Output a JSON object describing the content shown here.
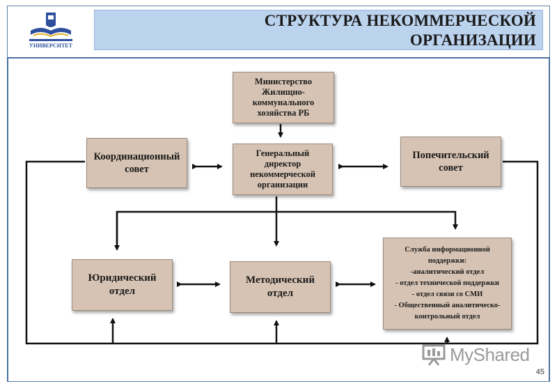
{
  "header": {
    "title_line1": "СТРУКТУРА НЕКОММЕРЧЕСКОЙ",
    "title_line2": "ОРГАНИЗАЦИИ",
    "logo_caption": "УНИВЕРСИТЕТ"
  },
  "boxes": {
    "ministry": "Министерство Жилищно-коммунального хозяйства РБ",
    "director": "Генеральный директор некоммерческой организации",
    "coordination_council": "Координационный совет",
    "trustee_council": "Попечительский совет",
    "legal_department": "Юридический отдел",
    "methodical_department": "Методический отдел",
    "info_service": {
      "title": "Служба информационной поддержки:",
      "items": [
        "-аналитический отдел",
        "- отдел технической поддержки",
        "- отдел связи со СМИ",
        "- Общественный аналитическо-контрольный отдел"
      ]
    }
  },
  "footer": {
    "page_number": "45",
    "watermark": "MyShared"
  },
  "colors": {
    "box_fill": "#d6c3b3",
    "header_band": "#bcd3ee",
    "frame_blue": "#4a6fa0"
  }
}
